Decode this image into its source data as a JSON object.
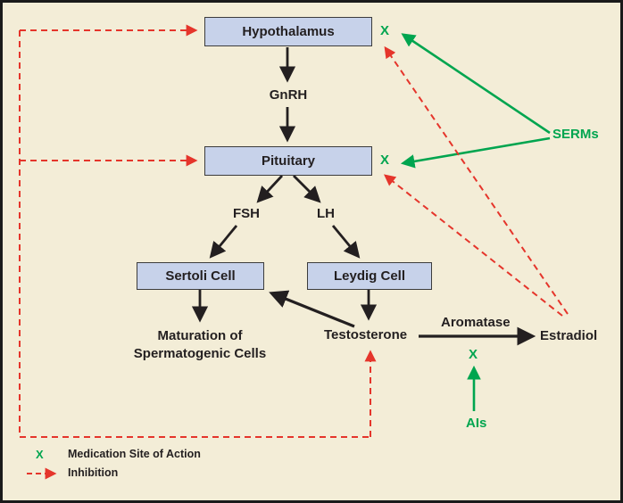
{
  "palette": {
    "background": "#f3edd7",
    "box_fill": "#c7d2ea",
    "box_border": "#3c3c3c",
    "text": "#231f20",
    "green": "#00a54f",
    "red": "#e5352b",
    "frame": "#1a1a1a"
  },
  "nodes": {
    "hypothalamus": "Hypothalamus",
    "pituitary": "Pituitary",
    "sertoli": "Sertoli Cell",
    "leydig": "Leydig Cell"
  },
  "labels": {
    "gnrh": "GnRH",
    "fsh": "FSH",
    "lh": "LH",
    "maturation": "Maturation of Spermatogenic Cells",
    "testosterone": "Testosterone",
    "aromatase": "Aromatase",
    "estradiol": "Estradiol",
    "serms": "SERMs",
    "ais": "AIs",
    "x_mark": "X"
  },
  "legend": {
    "x_symbol": "X",
    "medication_site": "Medication Site of Action",
    "inhibition": "Inhibition"
  }
}
